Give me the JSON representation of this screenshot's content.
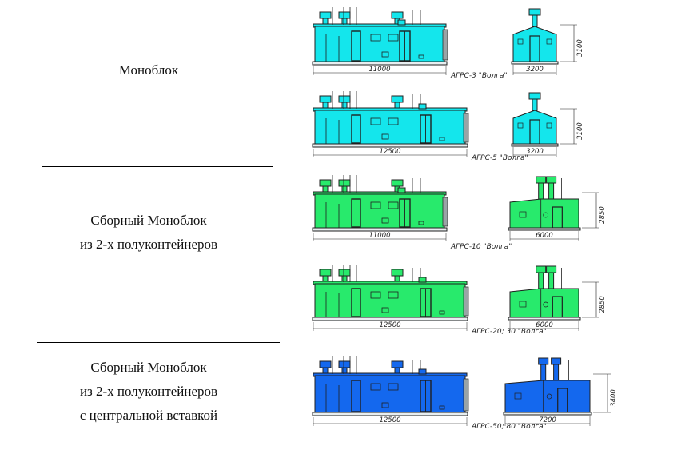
{
  "labels": {
    "group1": [
      "Моноблок"
    ],
    "group2": [
      "Сборный  Моноблок",
      "из 2-х   полуконтейнеров"
    ],
    "group3": [
      "Сборный Моноблок",
      "из 2-х полуконтейнеров",
      "с центральной вставкой"
    ]
  },
  "colors": {
    "cyan": "#14e6ec",
    "green": "#28ea6c",
    "blue": "#1468ee",
    "outline": "#202020",
    "gray": "#9aa4a6"
  },
  "rows": [
    {
      "caption": "АГРС-3 \"Волга\"",
      "side_length": "11000",
      "end_width": "3200",
      "end_height": "3100",
      "color": "cyan",
      "end_style": "gable"
    },
    {
      "caption": "АГРС-5 \"Волга\"",
      "side_length": "12500",
      "end_width": "3200",
      "end_height": "3100",
      "color": "cyan",
      "end_style": "gable"
    },
    {
      "caption": "АГРС-10 \"Волга\"",
      "side_length": "11000",
      "end_width": "6000",
      "end_height": "2850",
      "color": "green",
      "end_style": "wide"
    },
    {
      "caption": "АГРС-20; 30 \"Волга\"",
      "side_length": "12500",
      "end_width": "6000",
      "end_height": "2850",
      "color": "green",
      "end_style": "wide"
    },
    {
      "caption": "АГРС-50; 80 \"Волга\"",
      "side_length": "12500",
      "end_width": "7200",
      "end_height": "3400",
      "color": "blue",
      "end_style": "wide"
    }
  ]
}
